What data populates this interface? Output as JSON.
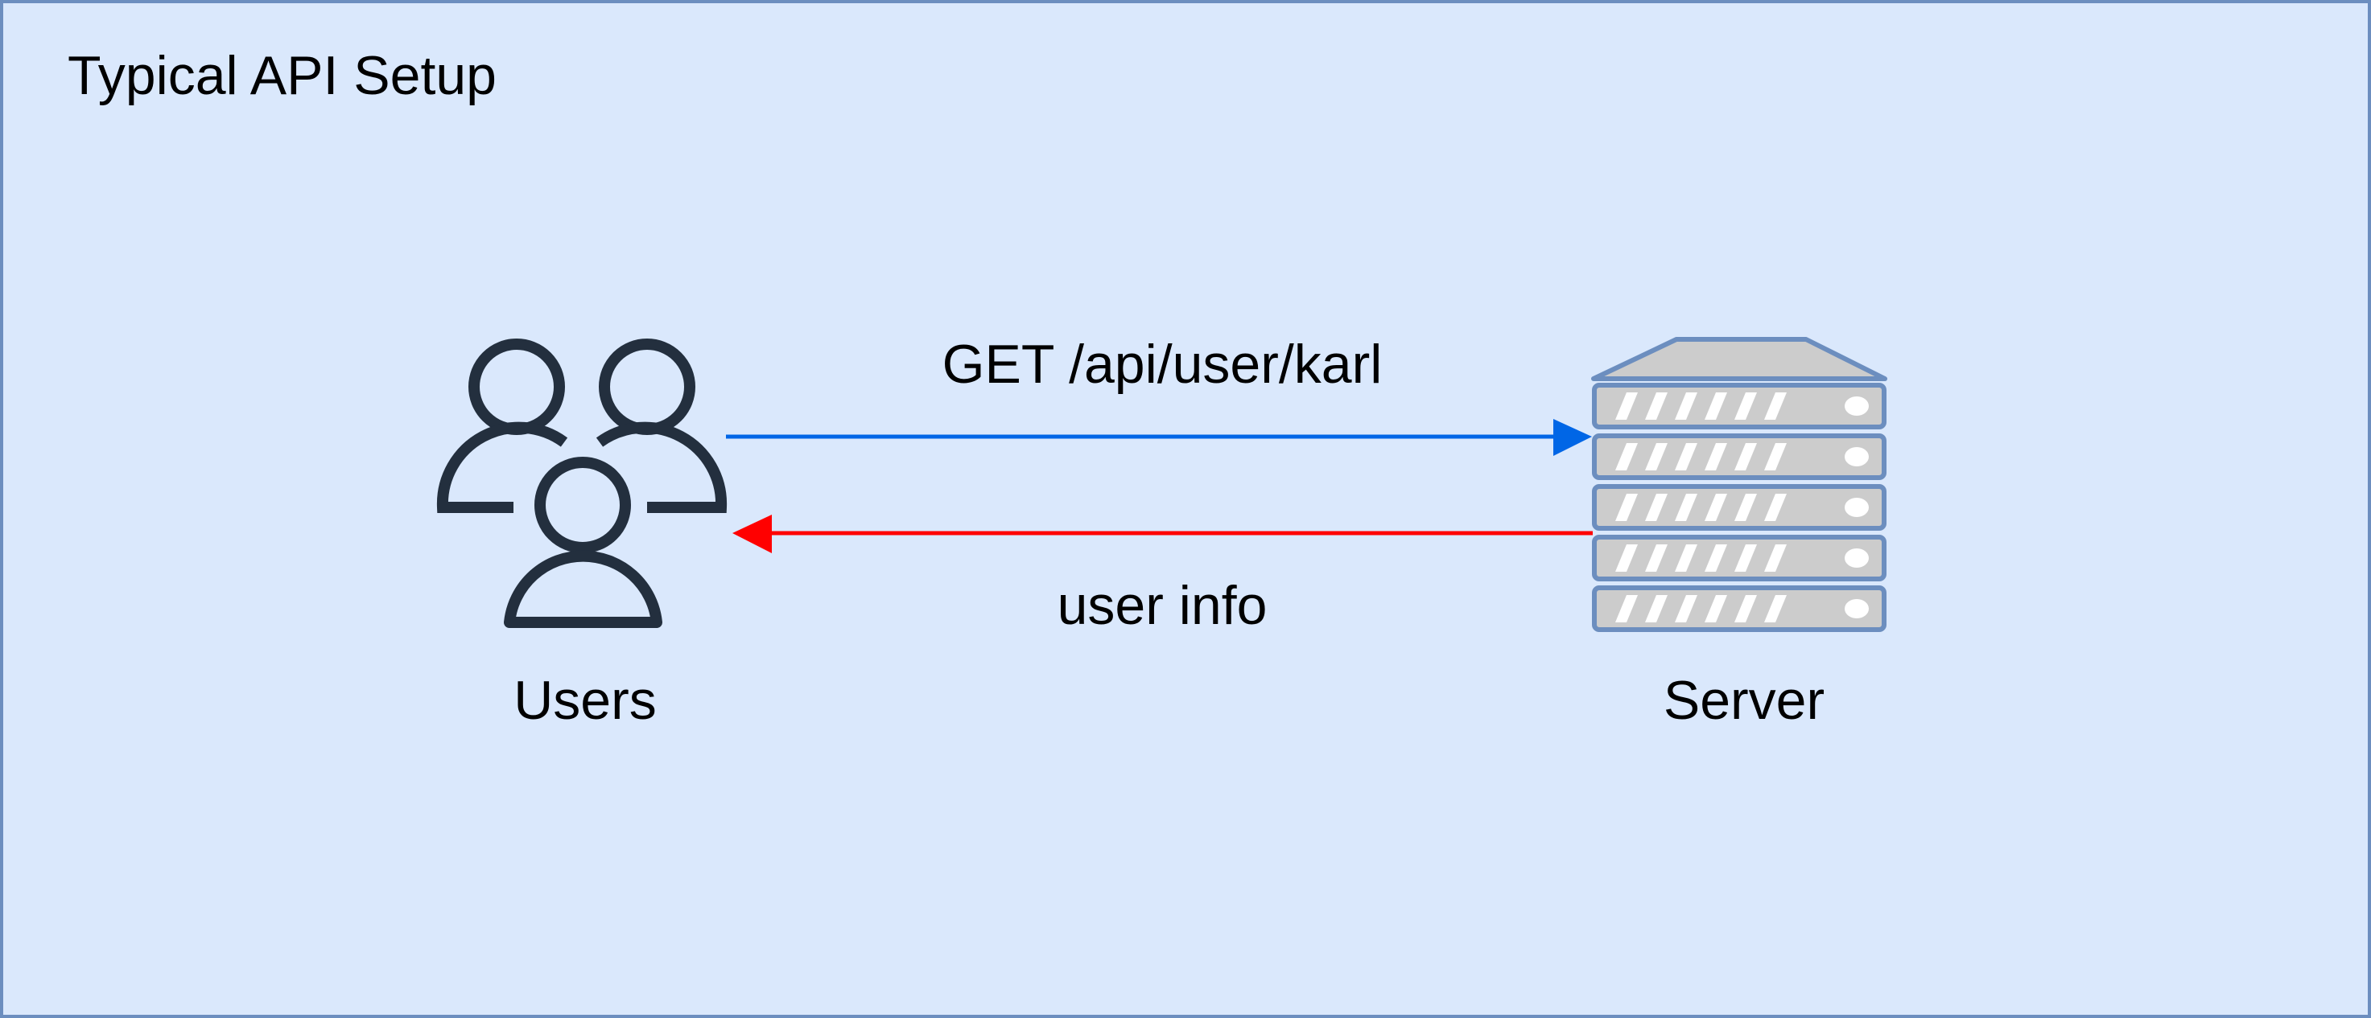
{
  "diagram": {
    "title": "Typical API Setup",
    "nodes": {
      "users": {
        "label": "Users",
        "icon": "users-icon"
      },
      "server": {
        "label": "Server",
        "icon": "server-rack-icon"
      }
    },
    "edges": {
      "request": {
        "label": "GET /api/user/karl",
        "color": "#0066e6",
        "from": "users",
        "to": "server"
      },
      "response": {
        "label": "user info",
        "color": "#ff0000",
        "from": "server",
        "to": "users"
      }
    },
    "colors": {
      "background": "#dae8fc",
      "border": "#6c8ebf",
      "icon_users": "#232f3e",
      "server_fill": "#cccccc",
      "server_stroke": "#6c8ebf"
    }
  }
}
